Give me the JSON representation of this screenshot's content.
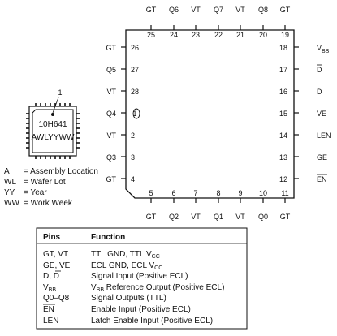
{
  "package": {
    "pin_count": 28,
    "pin1_marker": "1",
    "marking_line1": "10H641",
    "marking_line2": "AWLYYWW"
  },
  "legend": [
    {
      "code": "A",
      "meaning": "= Assembly Location"
    },
    {
      "code": "WL",
      "meaning": "= Wafer Lot"
    },
    {
      "code": "YY",
      "meaning": "= Year"
    },
    {
      "code": "WW",
      "meaning": "= Work Week"
    }
  ],
  "pinout": {
    "top": [
      {
        "num": "25",
        "label": "GT"
      },
      {
        "num": "24",
        "label": "Q6"
      },
      {
        "num": "23",
        "label": "VT"
      },
      {
        "num": "22",
        "label": "Q7"
      },
      {
        "num": "21",
        "label": "VT"
      },
      {
        "num": "20",
        "label": "Q8"
      },
      {
        "num": "19",
        "label": "GT"
      }
    ],
    "bottom": [
      {
        "num": "5",
        "label": "GT"
      },
      {
        "num": "6",
        "label": "Q2"
      },
      {
        "num": "7",
        "label": "VT"
      },
      {
        "num": "8",
        "label": "Q1"
      },
      {
        "num": "9",
        "label": "VT"
      },
      {
        "num": "10",
        "label": "Q0"
      },
      {
        "num": "11",
        "label": "GT"
      }
    ],
    "left": [
      {
        "num": "26",
        "label": "GT"
      },
      {
        "num": "27",
        "label": "Q5"
      },
      {
        "num": "28",
        "label": "VT"
      },
      {
        "num": "1",
        "label": "Q4"
      },
      {
        "num": "2",
        "label": "VT"
      },
      {
        "num": "3",
        "label": "Q3"
      },
      {
        "num": "4",
        "label": "GT"
      }
    ],
    "right": [
      {
        "num": "18",
        "label": "V",
        "sub": "BB",
        "overline": false
      },
      {
        "num": "17",
        "label": "D",
        "overline": true
      },
      {
        "num": "16",
        "label": "D",
        "overline": false
      },
      {
        "num": "15",
        "label": "VE",
        "overline": false
      },
      {
        "num": "14",
        "label": "LEN",
        "overline": false
      },
      {
        "num": "13",
        "label": "GE",
        "overline": false
      },
      {
        "num": "12",
        "label": "EN",
        "overline": true
      }
    ]
  },
  "table": {
    "header_pins": "Pins",
    "header_function": "Function",
    "rows": [
      {
        "pins": "GT, VT",
        "function": "TTL GND, TTL V",
        "function_sub": "CC"
      },
      {
        "pins": "GE, VE",
        "function": "ECL GND, ECL V",
        "function_sub": "CC"
      },
      {
        "pins": "D, ",
        "pins_overline": "D",
        "function": "Signal Input (Positive ECL)"
      },
      {
        "pins": "V",
        "pins_sub": "BB",
        "function": "V",
        "function_sub": "BB",
        "function_tail": " Reference Output (Positive ECL)"
      },
      {
        "pins": "Q0–Q8",
        "function": "Signal Outputs (TTL)"
      },
      {
        "pins_overline": "EN",
        "function": "Enable Input (Positive ECL)"
      },
      {
        "pins": "LEN",
        "function": "Latch Enable Input (Positive ECL)"
      }
    ]
  }
}
